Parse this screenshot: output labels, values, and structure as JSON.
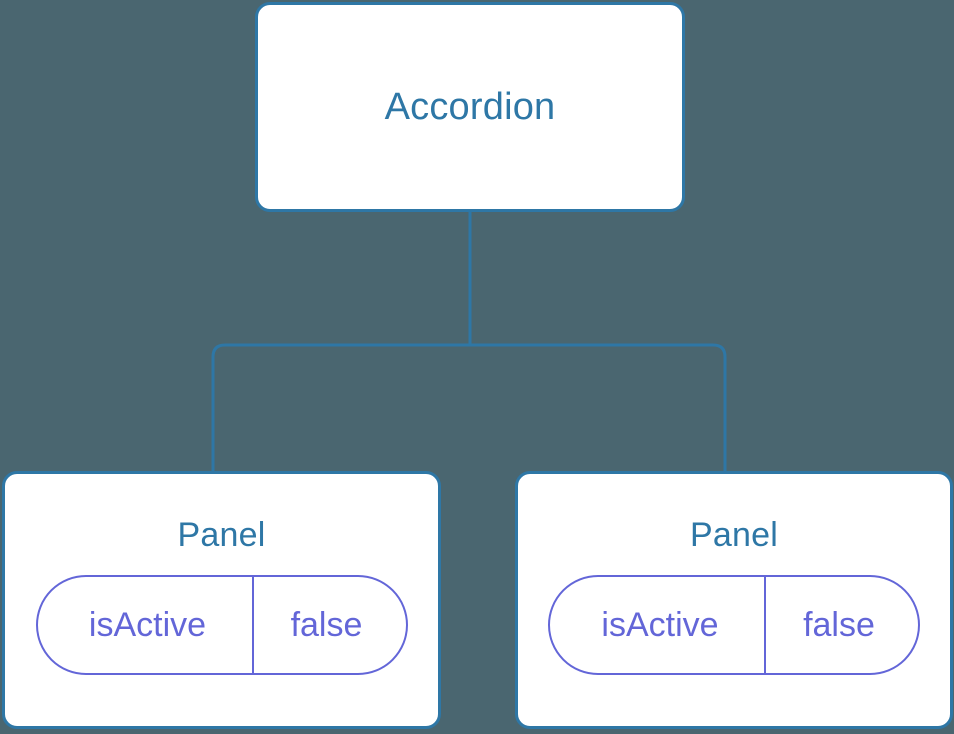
{
  "diagram": {
    "type": "component-tree",
    "background_color": "#4a6670",
    "node_border_color": "#2e77a6",
    "node_title_color": "#2e77a6",
    "state_accent_color": "#6366d8",
    "connector_color": "#2e77a6",
    "root": {
      "title": "Accordion",
      "state": []
    },
    "children": [
      {
        "title": "Panel",
        "state": [
          {
            "key": "isActive",
            "value": "false"
          }
        ]
      },
      {
        "title": "Panel",
        "state": [
          {
            "key": "isActive",
            "value": "false"
          }
        ]
      }
    ]
  }
}
